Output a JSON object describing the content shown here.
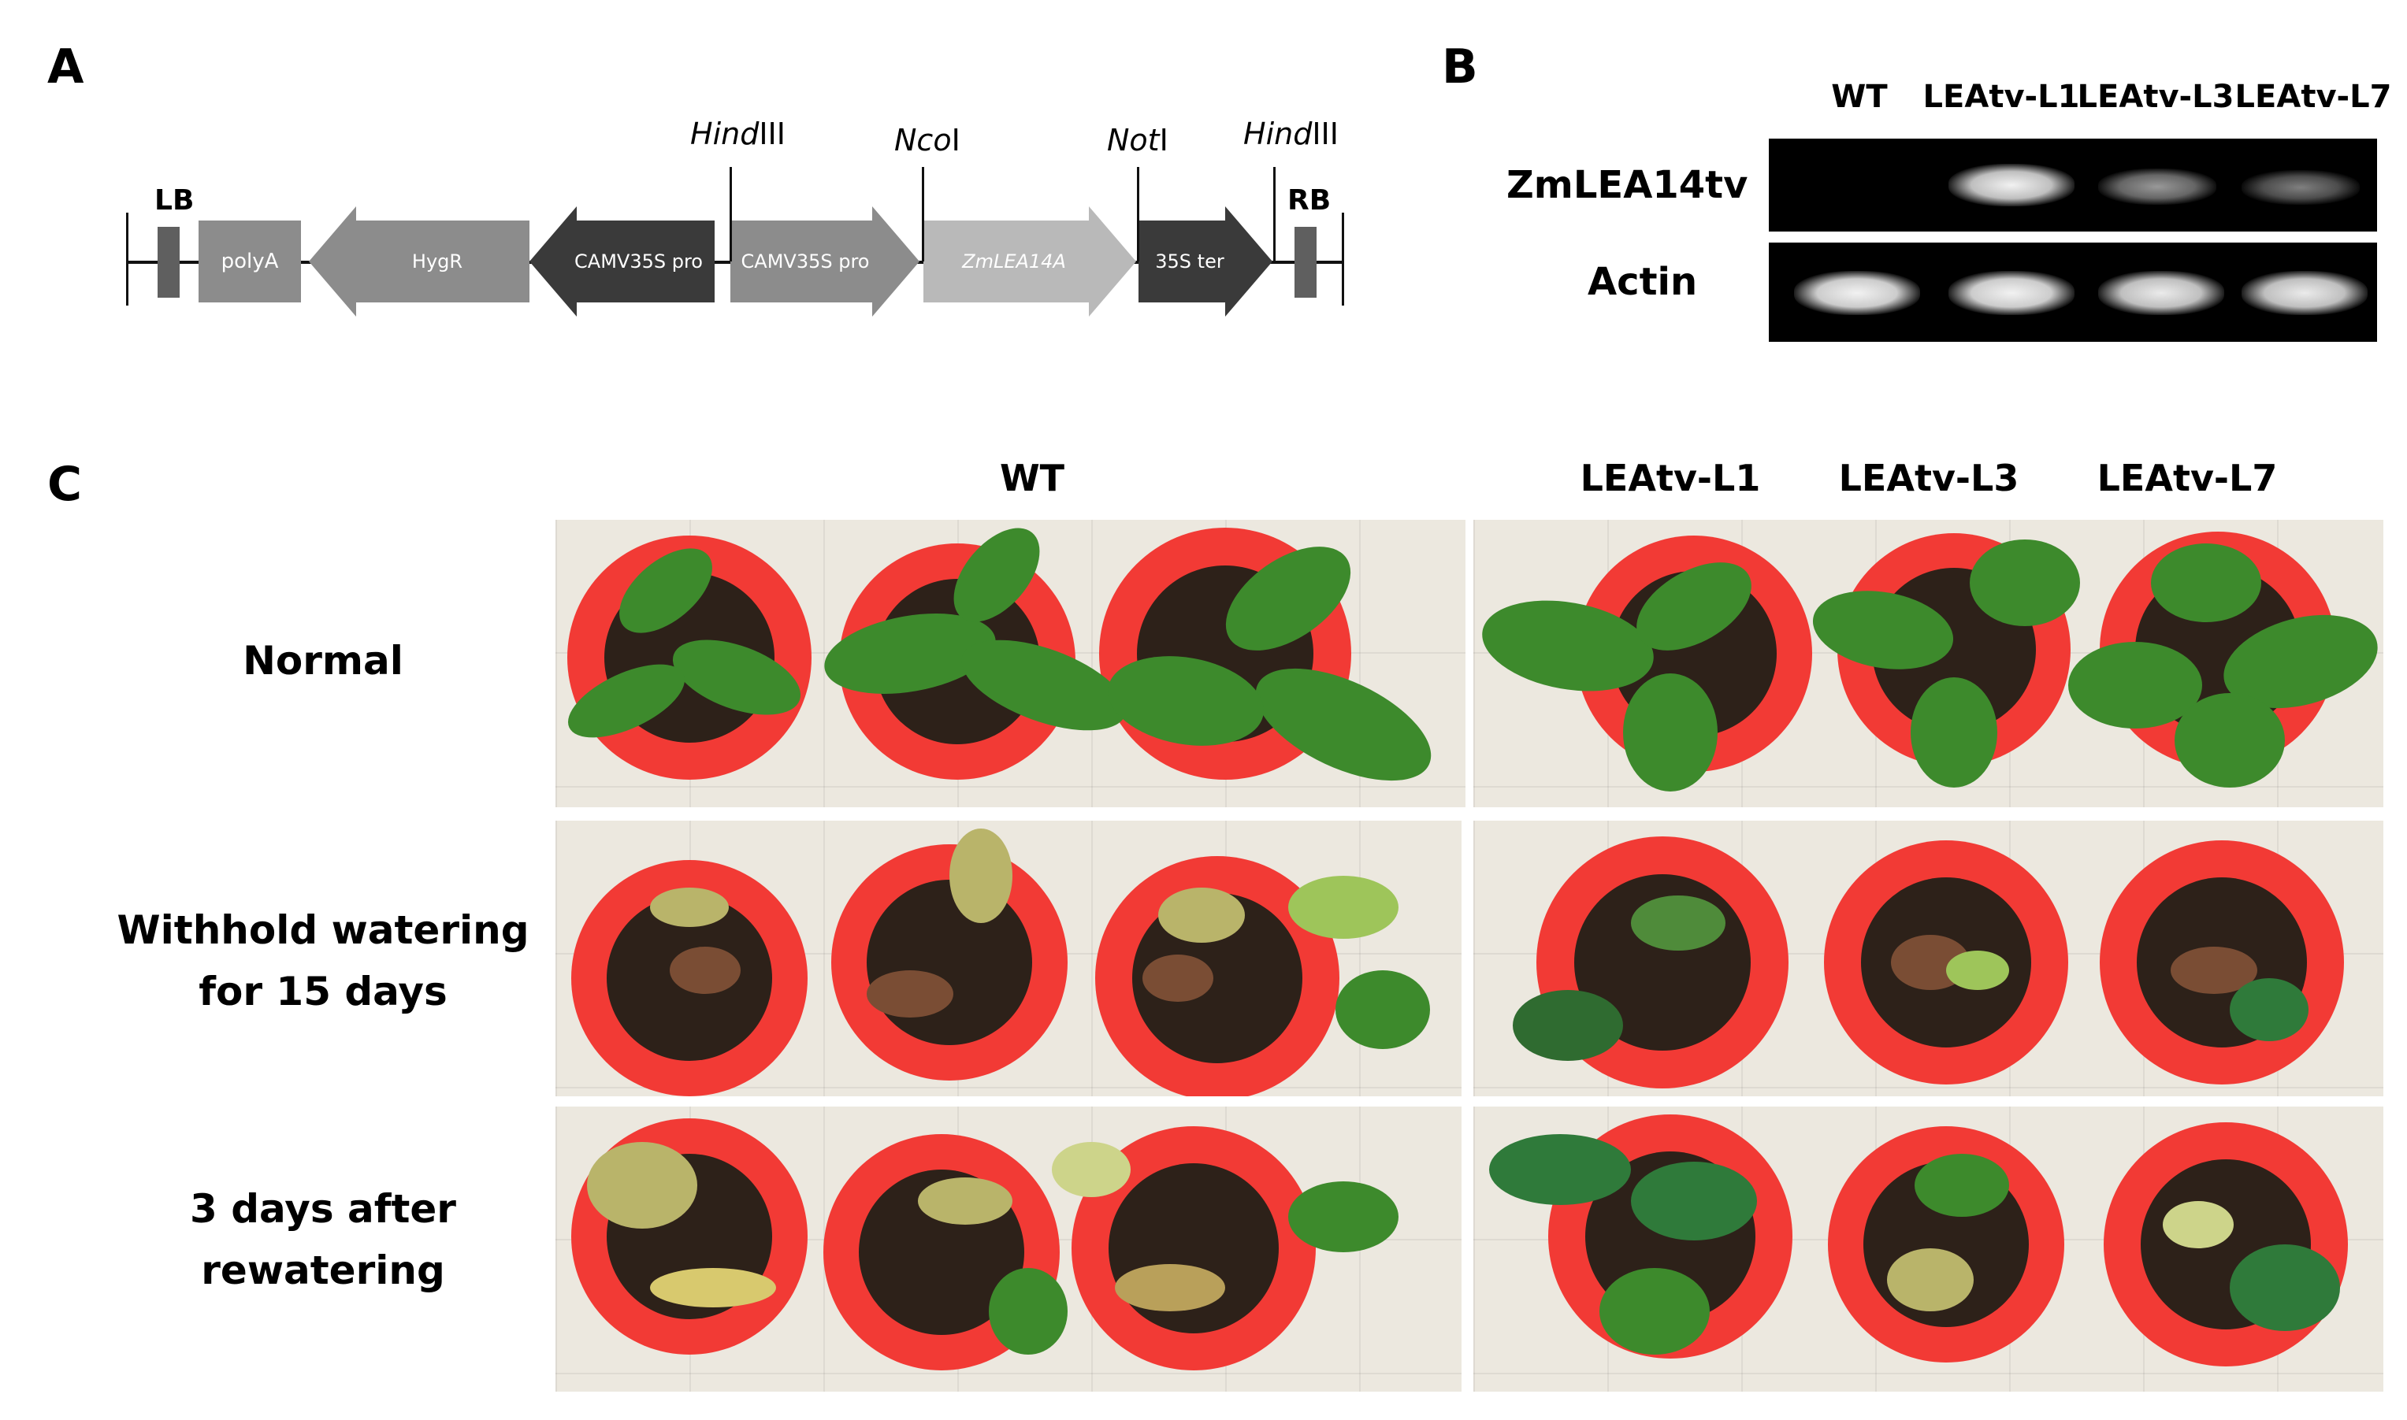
{
  "panels": {
    "a": "A",
    "b": "B",
    "c": "C"
  },
  "construct": {
    "lb": "LB",
    "rb": "RB",
    "polya": "polyA",
    "hygr": "HygR",
    "promoter1": "CAMV35S pro",
    "promoter2": "CAMV35S pro",
    "gene": "ZmLEA14A",
    "terminator": "35S ter",
    "sites": [
      {
        "italic": "Hind",
        "roman": "III"
      },
      {
        "italic": "Nco",
        "roman": "I"
      },
      {
        "italic": "Not",
        "roman": "I"
      },
      {
        "italic": "Hind",
        "roman": "III"
      }
    ],
    "colors": {
      "dark": "#3a3a3a",
      "mid": "#8c8c8c",
      "light": "#b9b9b9",
      "block": "#5f5f5f"
    }
  },
  "gel": {
    "lanes": [
      "WT",
      "LEAtv-L1",
      "LEAtv-L3",
      "LEAtv-L7"
    ],
    "rows": [
      {
        "label": "ZmLEA14tv",
        "band_intensity": [
          0.0,
          0.95,
          0.6,
          0.5
        ]
      },
      {
        "label": "Actin",
        "band_intensity": [
          0.95,
          0.95,
          0.9,
          0.9
        ]
      }
    ]
  },
  "phenotype": {
    "columns": [
      "WT",
      "LEAtv-L1",
      "LEAtv-L3",
      "LEAtv-L7"
    ],
    "rows": [
      {
        "line1": "Normal",
        "line2": ""
      },
      {
        "line1": "Withhold watering",
        "line2": "for 15 days"
      },
      {
        "line1": "3 days after",
        "line2": "rewatering"
      }
    ],
    "colors": {
      "pot": "#f23a35",
      "soil": "#2d2119",
      "healthy_leaf": "#3d8a2c",
      "wilted_leaf": "#b9b46a",
      "dead_leaf": "#7a4d34"
    }
  }
}
